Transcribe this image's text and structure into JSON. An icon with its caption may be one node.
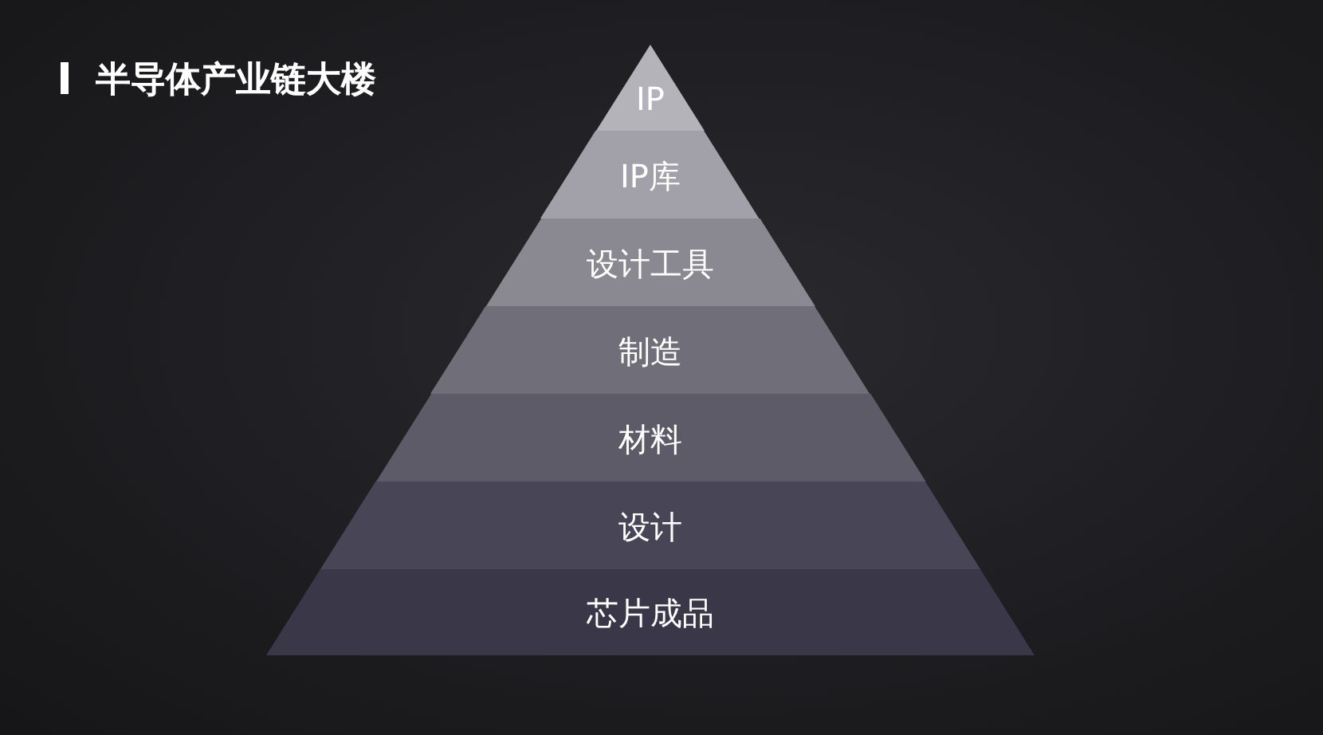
{
  "diagram": {
    "title": "半导体产业链大楼",
    "nodes": [
      {
        "text": [
          "IP"
        ]
      },
      {
        "text": [
          "IP库"
        ]
      },
      {
        "text": [
          "设计工具"
        ]
      },
      {
        "text": [
          "制造"
        ]
      },
      {
        "text": [
          "材料"
        ]
      },
      {
        "text": [
          "设计"
        ]
      },
      {
        "text": [
          "芯片成品"
        ]
      }
    ]
  }
}
